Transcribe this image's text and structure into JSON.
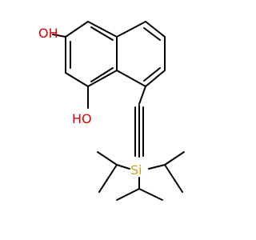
{
  "molecule": {
    "atoms": [
      {
        "id": "oh1",
        "text": "OH",
        "element": "O",
        "color": "#e00000"
      },
      {
        "id": "oh2",
        "text": "OH",
        "element": "O",
        "color": "#e00000"
      },
      {
        "id": "si",
        "text": "Si",
        "element": "Si",
        "color": "#d4a020"
      }
    ],
    "hydrogen_letter": "H"
  }
}
